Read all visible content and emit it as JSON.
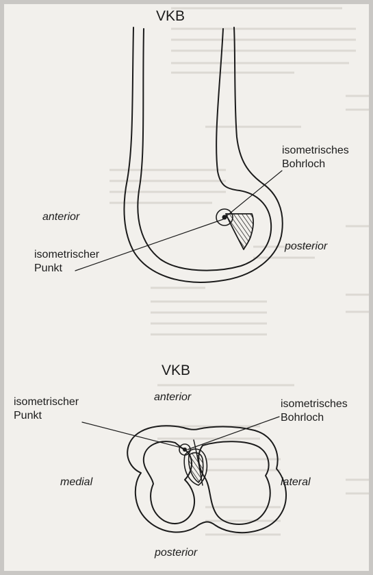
{
  "figure1": {
    "title": "VKB",
    "anterior": "anterior",
    "posterior": "posterior",
    "bohrloch": "isometrisches\nBohrloch",
    "punkt": "isometrischer\nPunkt"
  },
  "figure2": {
    "title": "VKB",
    "anterior": "anterior",
    "posterior": "posterior",
    "medial": "medial",
    "lateral": "lateral",
    "bohrloch": "isometrisches\nBohrloch",
    "punkt": "isometrischer\nPunkt"
  },
  "colors": {
    "ink": "#1b1b1b",
    "paper": "#f2f0ec",
    "bleed_through": "#d6d3cd"
  }
}
